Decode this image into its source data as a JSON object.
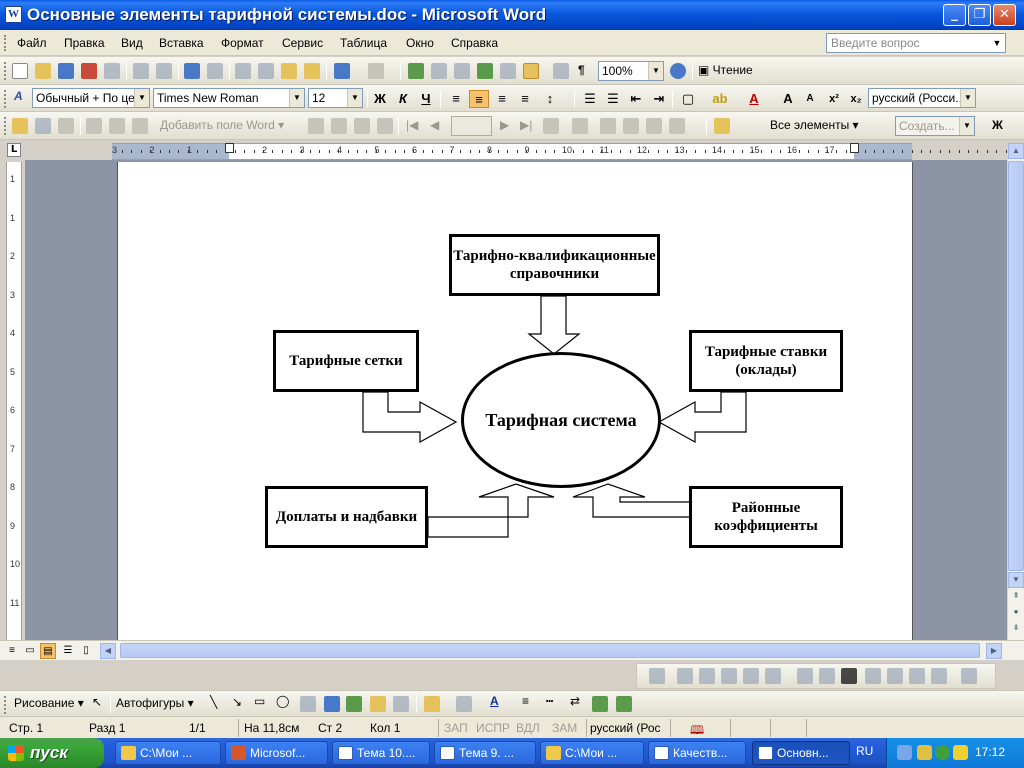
{
  "window": {
    "title": "Основные элементы тарифной системы.doc - Microsoft Word",
    "app_icon_letter": "W",
    "min_glyph": "_",
    "max_glyph": "❐",
    "close_glyph": "✕"
  },
  "menu": {
    "items": [
      "Файл",
      "Правка",
      "Вид",
      "Вставка",
      "Формат",
      "Сервис",
      "Таблица",
      "Окно",
      "Справка"
    ],
    "ask_placeholder": "Введите вопрос"
  },
  "standard_toolbar": {
    "zoom": "100%",
    "read_label": "Чтение"
  },
  "formatting_toolbar": {
    "style": "Обычный + По це",
    "font": "Times New Roman",
    "size": "12",
    "bold": "Ж",
    "italic": "К",
    "underline": "Ч",
    "language": "русский (Росси..."
  },
  "mailmerge_toolbar": {
    "add_field": "Добавить поле Word",
    "all_elements": "Все элементы",
    "create": "Создать...",
    "bold": "Ж"
  },
  "ruler": {
    "corner": "L",
    "h_numbers": [
      "3",
      "2",
      "1",
      "1",
      "2",
      "3",
      "4",
      "5",
      "6",
      "7",
      "8",
      "9",
      "10",
      "11",
      "12",
      "13",
      "14",
      "15",
      "16",
      "17"
    ],
    "v_numbers": [
      "1",
      "1",
      "2",
      "3",
      "4",
      "5",
      "6",
      "7",
      "8",
      "9",
      "10",
      "11"
    ]
  },
  "diagram": {
    "center": "Тарифная система",
    "top": "Тарифно-квалификационные справочники",
    "left_top": "Тарифные сетки",
    "right_top": "Тарифные ставки (оклады)",
    "left_bottom": "Доплаты и надбавки",
    "right_bottom": "Районные коэффициенты"
  },
  "drawing_toolbar": {
    "draw": "Рисование",
    "autoshapes": "Автофигуры"
  },
  "status": {
    "page": "Стр. 1",
    "section": "Разд 1",
    "pages": "1/1",
    "at": "На 11,8см",
    "line": "Ст 2",
    "col": "Кол 1",
    "rec": "ЗАП",
    "trk": "ИСПР",
    "ext": "ВДЛ",
    "ovr": "ЗАМ",
    "lang": "русский (Рос"
  },
  "taskbar": {
    "start": "пуск",
    "tasks": [
      {
        "label": "C:\\Мои ...",
        "color": "#f0c94a"
      },
      {
        "label": "Microsof...",
        "color": "#d8572a"
      },
      {
        "label": "Тема 10....",
        "color": "#2b5eb8"
      },
      {
        "label": "Тема 9. ...",
        "color": "#2b5eb8"
      },
      {
        "label": "C:\\Мои ...",
        "color": "#f0c94a"
      },
      {
        "label": "Качеств...",
        "color": "#2b5eb8"
      },
      {
        "label": "Основн...",
        "color": "#2b5eb8"
      }
    ],
    "lang": "RU",
    "clock": "17:12"
  }
}
